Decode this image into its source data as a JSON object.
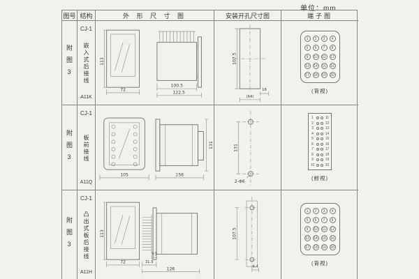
{
  "unit_label": "单位：mm",
  "headers": {
    "fig": "图号",
    "structure": "结构",
    "outline": "外 形 尺 寸 图",
    "install": "安装开孔尺寸图",
    "terminal": "端子图"
  },
  "rows": [
    {
      "fig": "附图3",
      "model": "CJ-1",
      "mount": "嵌入式后接线",
      "code": "A11K",
      "outline": {
        "height": "113",
        "width": "72",
        "depth_inner": "100.5",
        "depth_outer": "122.5"
      },
      "install": {
        "height": "107.5",
        "lip": "16",
        "width_ref": "(64)"
      },
      "terminal": {
        "view": "(背视)",
        "pins": [
          1,
          2,
          3,
          4,
          5,
          6,
          7,
          8,
          9,
          10,
          11,
          12,
          13,
          14,
          15,
          16,
          17,
          18,
          19,
          20
        ]
      }
    },
    {
      "fig": "附图3",
      "model": "CJ-1",
      "mount": "板前接线",
      "code": "A11Q",
      "outline": {
        "width": "105",
        "depth": "156",
        "height": "131"
      },
      "install": {
        "spacing": "131",
        "holes": "2-Φ6"
      },
      "terminal": {
        "view": "(前视)",
        "pairs": [
          {
            "l": 1,
            "r": 11
          },
          {
            "l": 2,
            "r": 12
          },
          {
            "l": 3,
            "r": 13
          },
          {
            "l": 4,
            "r": 14
          },
          {
            "l": 5,
            "r": 15
          },
          {
            "l": 6,
            "r": 16
          },
          {
            "l": 7,
            "r": 17
          },
          {
            "l": 8,
            "r": 18
          },
          {
            "l": 9,
            "r": 19
          },
          {
            "l": 10,
            "r": 20
          }
        ]
      }
    },
    {
      "fig": "附图3",
      "model": "CJ-1",
      "mount": "凸出式板后接线",
      "code": "A11H",
      "outline": {
        "height": "113",
        "width": "72",
        "pin_len": "9.5",
        "collar": "31.5",
        "depth": "126"
      },
      "install": {
        "spacing": "107.5",
        "offset": "6.4"
      },
      "terminal": {
        "view": "(背视)",
        "pins": [
          1,
          2,
          3,
          4,
          5,
          6,
          7,
          8,
          9,
          10,
          11,
          12,
          13,
          14,
          15,
          16,
          17,
          18,
          19,
          20
        ]
      }
    }
  ]
}
